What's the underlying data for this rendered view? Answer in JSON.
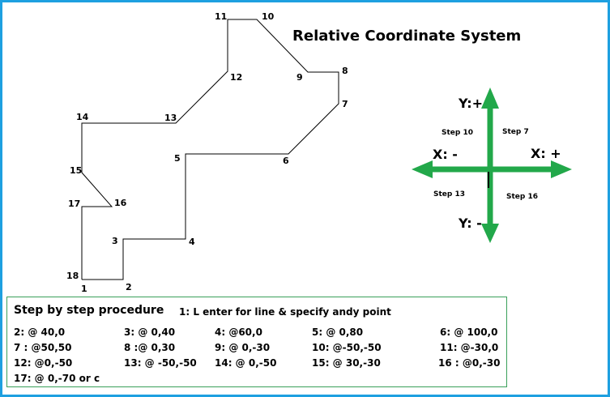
{
  "title": "Relative Coordinate System",
  "shape": {
    "points": [
      {
        "label": "1"
      },
      {
        "label": "2"
      },
      {
        "label": "3"
      },
      {
        "label": "4"
      },
      {
        "label": "5"
      },
      {
        "label": "6"
      },
      {
        "label": "7"
      },
      {
        "label": "8"
      },
      {
        "label": "9"
      },
      {
        "label": "10"
      },
      {
        "label": "11"
      },
      {
        "label": "12"
      },
      {
        "label": "13"
      },
      {
        "label": "14"
      },
      {
        "label": "15"
      },
      {
        "label": "16"
      },
      {
        "label": "17"
      },
      {
        "label": "18"
      }
    ]
  },
  "axes": {
    "color": "#22a84a",
    "y_plus": "Y:+",
    "y_minus": "Y: -",
    "x_minus": "X: -",
    "x_plus": "X: +",
    "step_tl": "Step 10",
    "step_tr": "Step 7",
    "step_bl": "Step 13",
    "step_br": "Step 16"
  },
  "procedure": {
    "heading": "Step by step procedure",
    "first_step": "1: L enter for line & specify andy point",
    "rows": [
      [
        "2: @ 40,0",
        "3: @ 0,40",
        "4: @60,0",
        "5: @ 0,80",
        "6: @ 100,0"
      ],
      [
        "7 : @50,50",
        "8 :@ 0,30",
        "9: @ 0,-30",
        "10: @-50,-50",
        "11: @-30,0"
      ],
      [
        "12: @0,-50",
        "13: @ -50,-50",
        "14: @ 0,-50",
        "15: @ 30,-30",
        "16 : @0,-30"
      ],
      [
        "17: @ 0,-70 or c"
      ]
    ]
  },
  "colors": {
    "frame_border": "#1ea0e0",
    "procedure_border": "#3aa05a"
  }
}
